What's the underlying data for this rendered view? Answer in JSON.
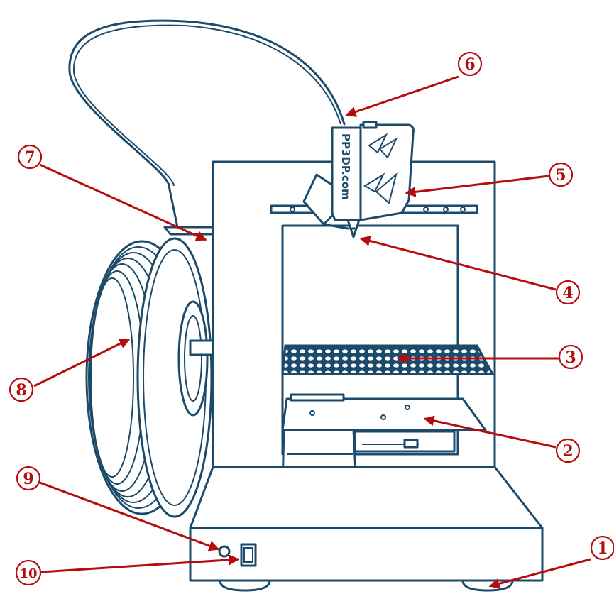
{
  "diagram": {
    "brand_text": "PP3DP.com",
    "callouts": [
      {
        "id": "1",
        "label": "①"
      },
      {
        "id": "2",
        "label": "②"
      },
      {
        "id": "3",
        "label": "③"
      },
      {
        "id": "4",
        "label": "④"
      },
      {
        "id": "5",
        "label": "⑤"
      },
      {
        "id": "6",
        "label": "⑥"
      },
      {
        "id": "7",
        "label": "⑦"
      },
      {
        "id": "8",
        "label": "⑧"
      },
      {
        "id": "9",
        "label": "⑨"
      },
      {
        "id": "10",
        "label": "⑩"
      }
    ],
    "colors": {
      "line": "#1b4a6b",
      "callout": "#b50d0d",
      "background": "#ffffff"
    }
  }
}
